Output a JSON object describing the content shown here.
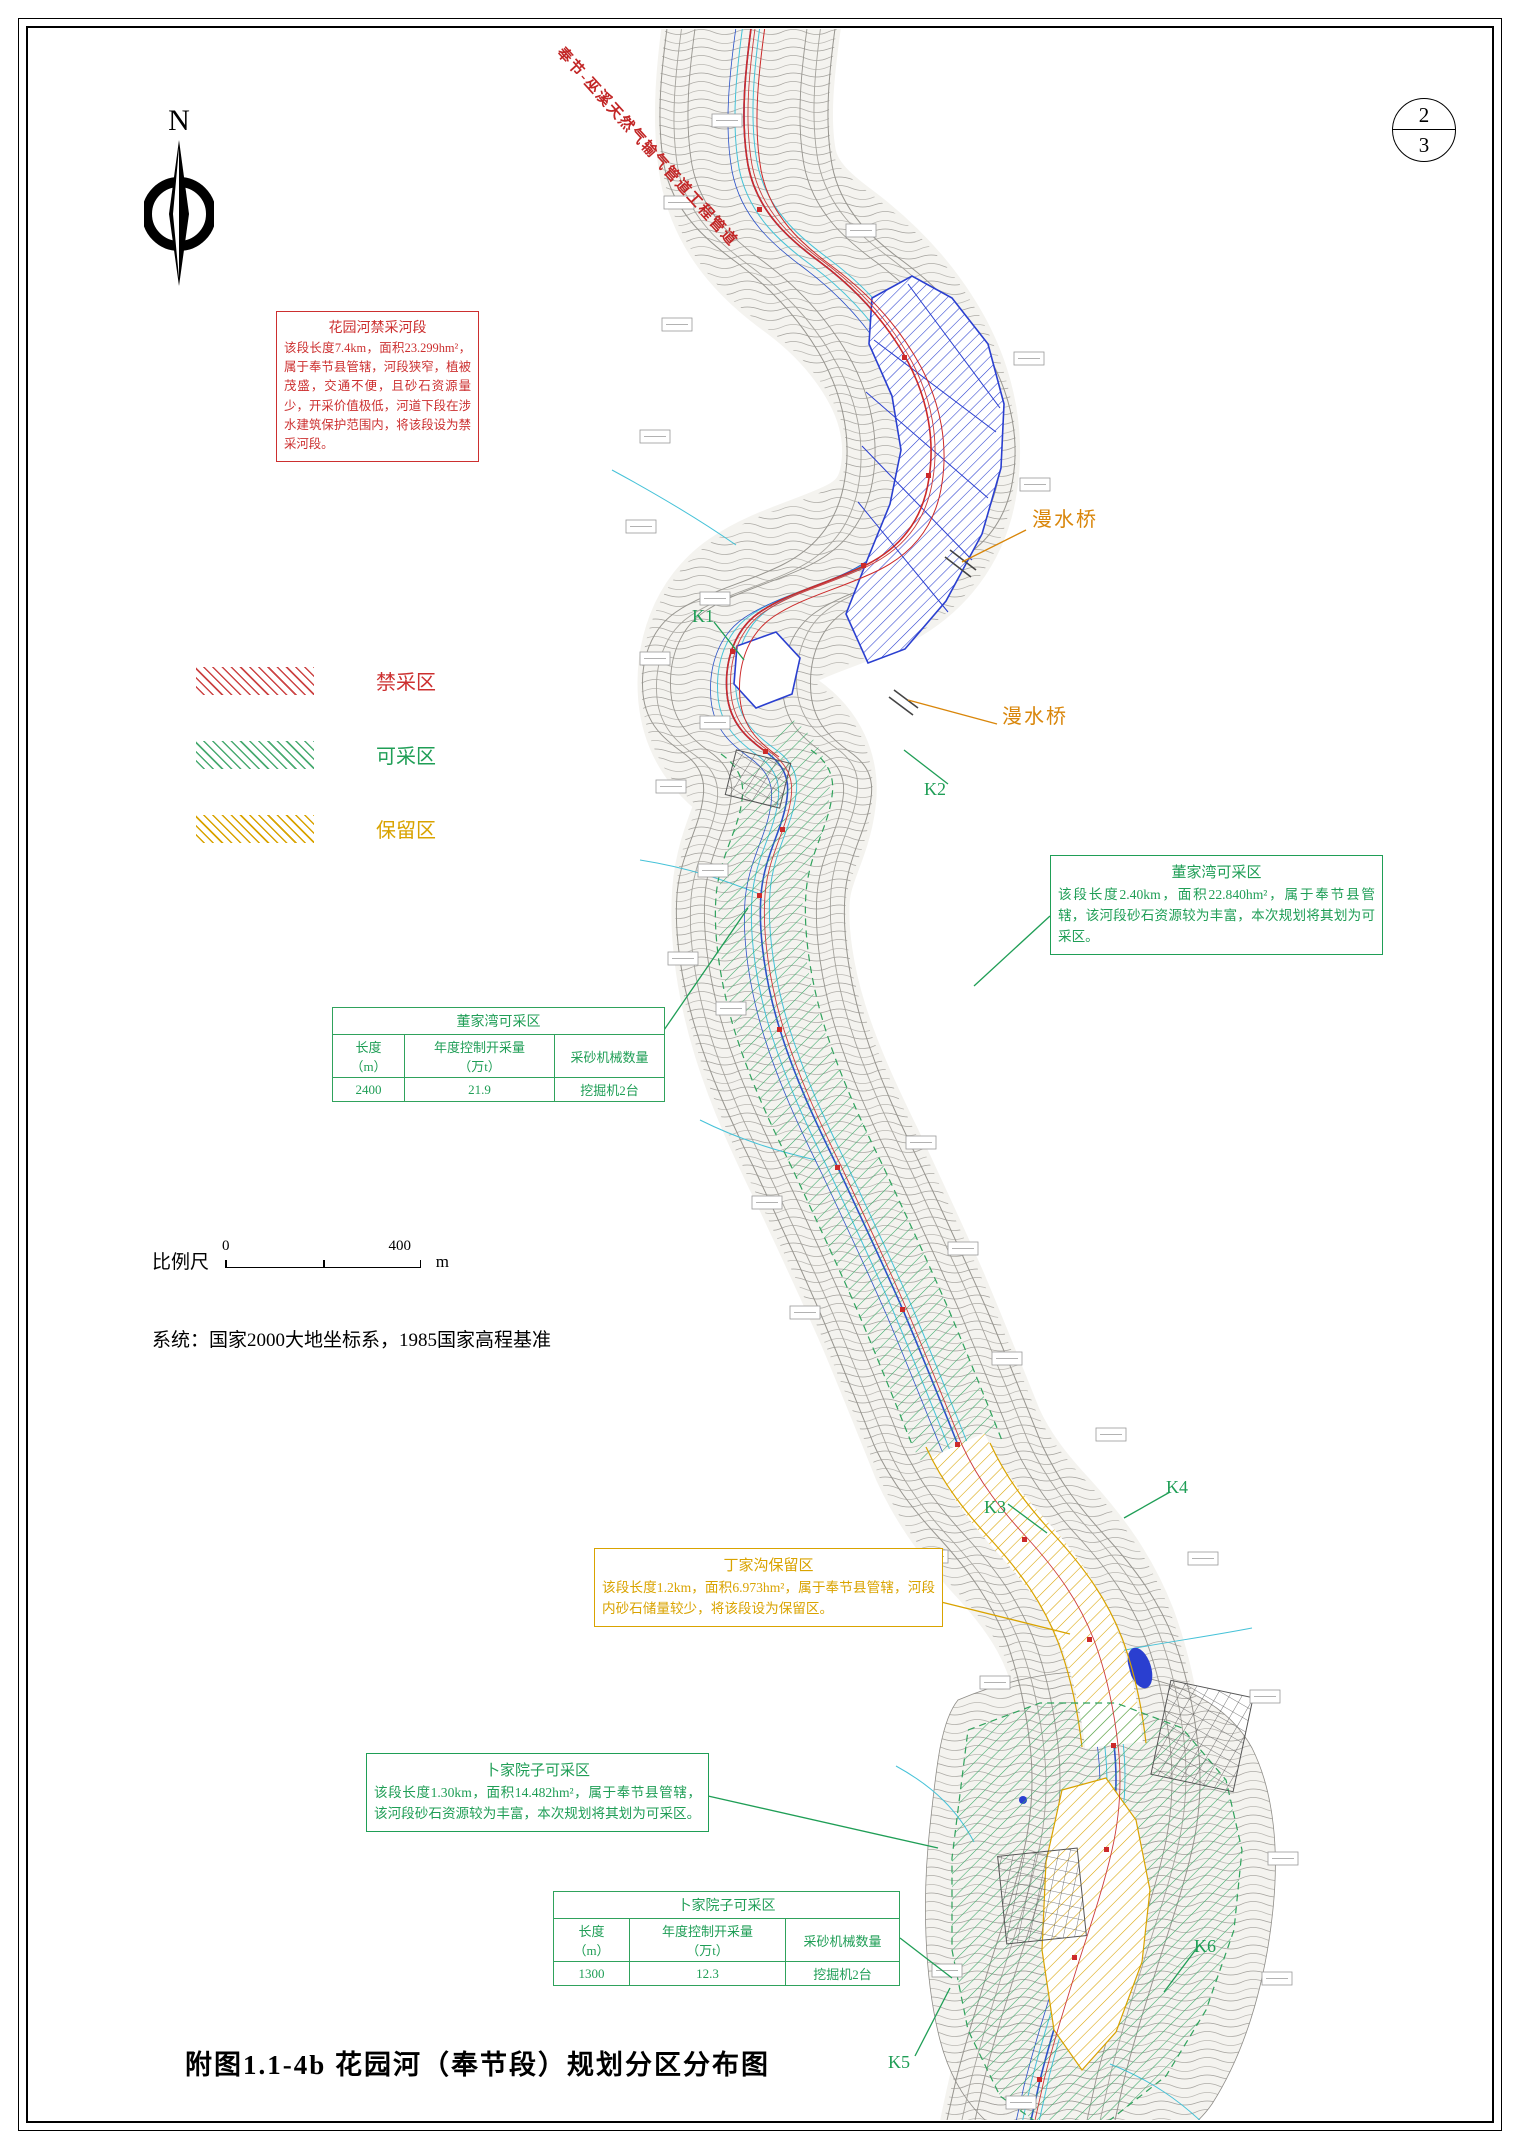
{
  "page": {
    "north_label": "N",
    "sheet_top": "2",
    "sheet_bottom": "3",
    "scale_label": "比例尺",
    "scale_start": "0",
    "scale_end": "400",
    "scale_unit": "m",
    "datum_note": "系统：国家2000大地坐标系，1985国家高程基准",
    "caption": "附图1.1-4b  花园河（奉节段）规划分区分布图"
  },
  "pipeline_label": "奉节-巫溪天然气输气管道工程管道",
  "legend": {
    "items": [
      {
        "label": "禁采区",
        "color": "#cc2f2f"
      },
      {
        "label": "可采区",
        "color": "#1f9e56"
      },
      {
        "label": "保留区",
        "color": "#d9a300"
      }
    ]
  },
  "map_labels": {
    "bridge_upper": "漫水桥",
    "bridge_lower": "漫水桥",
    "k1": "K1",
    "k2": "K2",
    "k3": "K3",
    "k4": "K4",
    "k5": "K5",
    "k6": "K6"
  },
  "annotations": {
    "prohibited": {
      "title": "花园河禁采河段",
      "body": "该段长度7.4km，面积23.299hm²，属于奉节县管辖，河段狭窄，植被茂盛，交通不便，且砂石资源量少，开采价值极低，河道下段在涉水建筑保护范围内，将该段设为禁采河段。"
    },
    "dongjiawan": {
      "title": "董家湾可采区",
      "body": "该段长度2.40km，面积22.840hm²，属于奉节县管辖，该河段砂石资源较为丰富，本次规划将其划为可采区。"
    },
    "dingjiagou": {
      "title": "丁家沟保留区",
      "body": "该段长度1.2km，面积6.973hm²，属于奉节县管辖，河段内砂石储量较少，将该段设为保留区。"
    },
    "bujiayuanzi": {
      "title": "卜家院子可采区",
      "body": "该段长度1.30km，面积14.482hm²，属于奉节县管辖，该河段砂石资源较为丰富，本次规划将其划为可采区。"
    }
  },
  "tables": {
    "dongjiawan": {
      "title": "董家湾可采区",
      "headers": [
        "长度\n（m）",
        "年度控制开采量\n（万t）",
        "采砂机械数量"
      ],
      "row": [
        "2400",
        "21.9",
        "挖掘机2台"
      ]
    },
    "bujiayuanzi": {
      "title": "卜家院子可采区",
      "headers": [
        "长度\n（m）",
        "年度控制开采量\n（万t）",
        "采砂机械数量"
      ],
      "row": [
        "1300",
        "12.3",
        "挖掘机2台"
      ]
    }
  }
}
